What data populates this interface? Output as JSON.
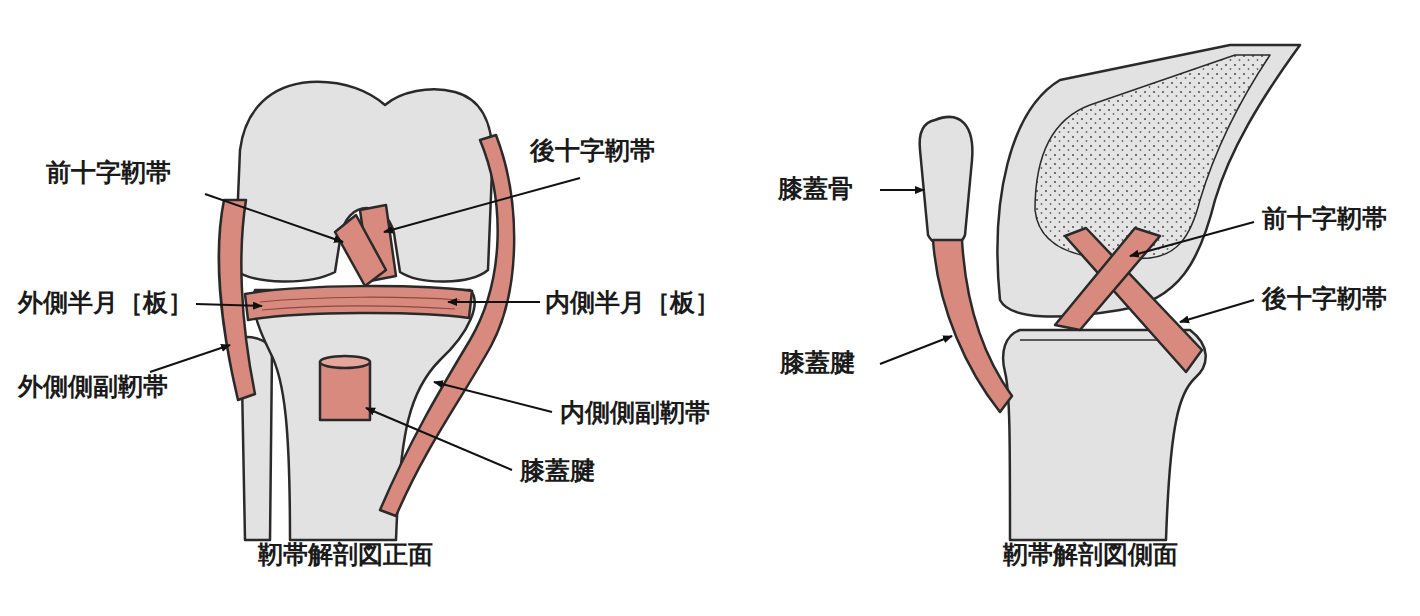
{
  "diagram": {
    "labels": [
      "前十字靭帯",
      "後十字靭帯",
      "外側半月［板］",
      "内側半月［板］",
      "外側側副靭帯",
      "内側側副靭帯",
      "膝蓋腱",
      "靭帯解剖図正面",
      "膝蓋骨",
      "前十字靭帯",
      "後十字靭帯",
      "膝蓋腱",
      "靭帯解剖図側面"
    ]
  }
}
